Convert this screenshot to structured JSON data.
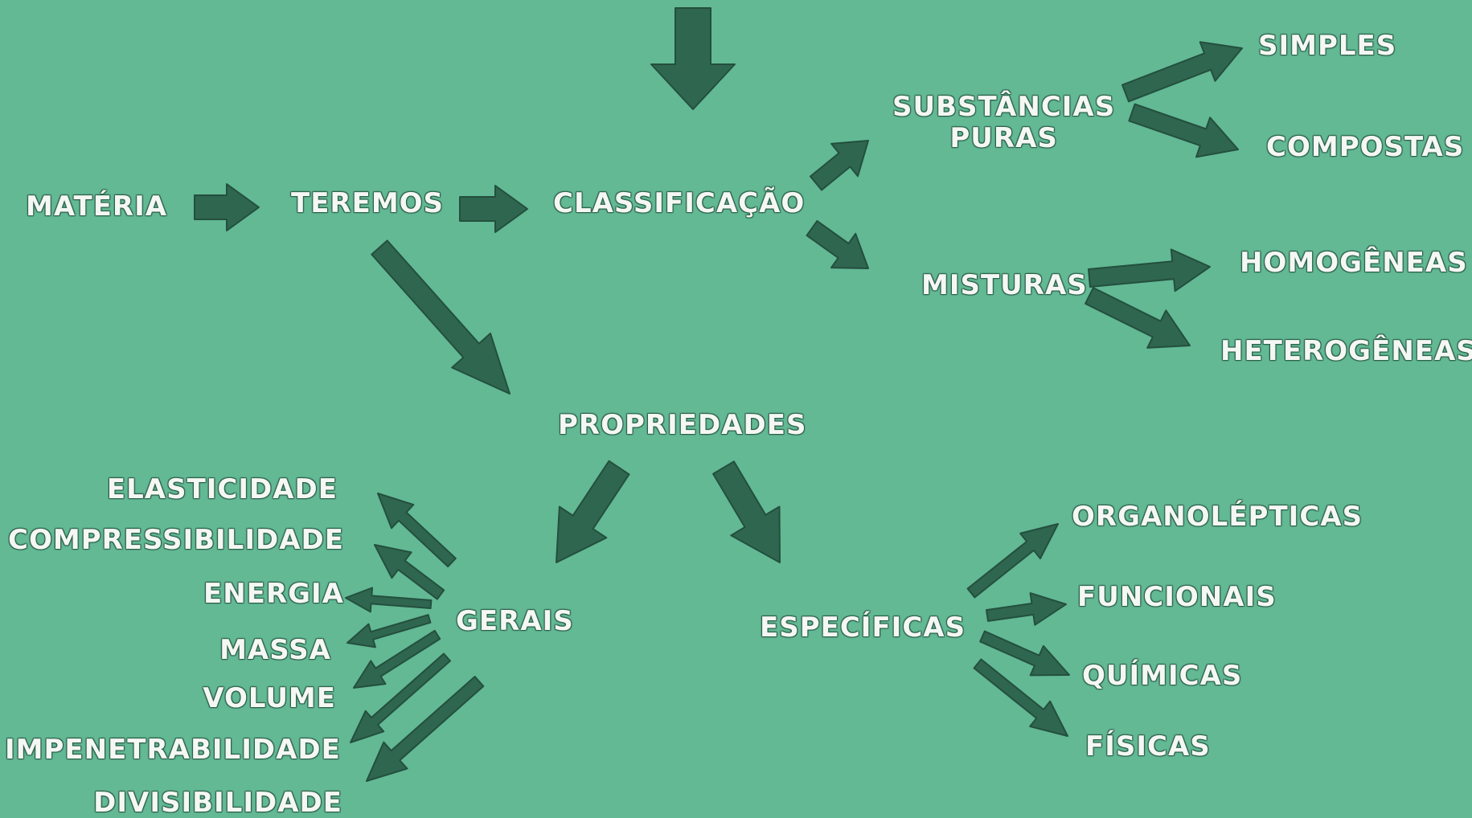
{
  "labels": {
    "materia": "MATÉRIA",
    "teremos": "TEREMOS",
    "classificacao": "CLASSIFICAÇÃO",
    "substancias_line1": "SUBSTÂNCIAS",
    "substancias_line2": "PURAS",
    "misturas": "MISTURAS",
    "simples": "SIMPLES",
    "compostas": "COMPOSTAS",
    "homogeneas": "HOMOGÊNEAS",
    "heterogeneas": "HETEROGÊNEAS",
    "propriedades": "PROPRIEDADES",
    "gerais": "GERAIS",
    "especificas": "ESPECÍFICAS",
    "gerais_items": [
      "ELASTICIDADE",
      "COMPRESSIBILIDADE",
      "ENERGIA",
      "MASSA",
      "VOLUME",
      "IMPENETRABILIDADE",
      "DIVISIBILIDADE"
    ],
    "especificas_items": [
      "ORGANOLÉPTICAS",
      "FUNCIONAIS",
      "QUÍMICAS",
      "FÍSICAS"
    ]
  },
  "colors": {
    "background": "#62b994",
    "arrow": "#2f6650",
    "text": "#f4f7f3"
  }
}
